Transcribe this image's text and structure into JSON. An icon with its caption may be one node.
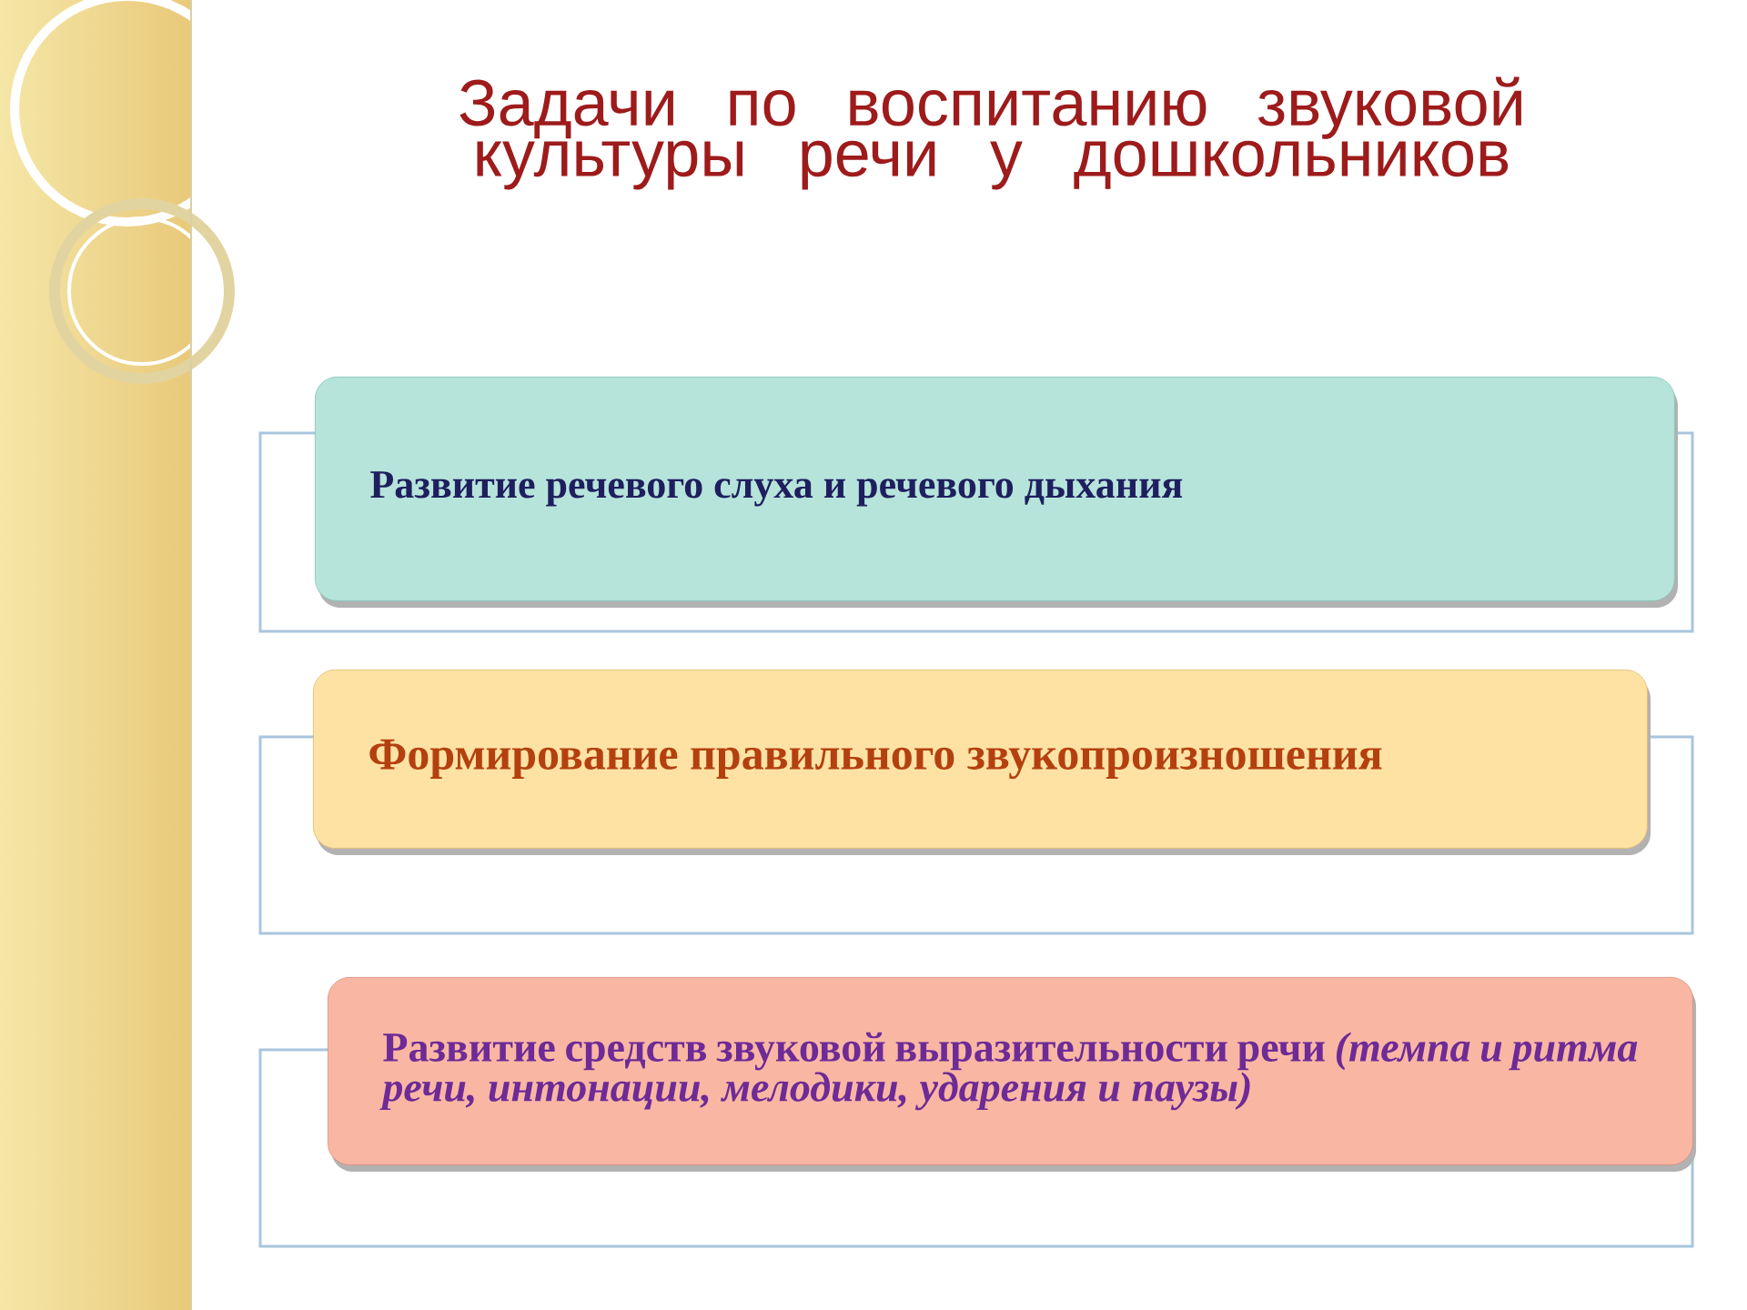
{
  "diagram": {
    "title": "Задачи по воспитанию звуковой культуры речи у дошкольников",
    "nodes": [
      {
        "text": [
          "Развитие речевого слуха и речевого дыхания"
        ]
      },
      {
        "text": [
          "Формирование правильного звукопроизношения"
        ]
      },
      {
        "text": [
          "Развитие средств звуковой выразительности речи *(темпа и ритма речи, интонации, мелодики, ударения и паузы)*"
        ]
      }
    ]
  }
}
